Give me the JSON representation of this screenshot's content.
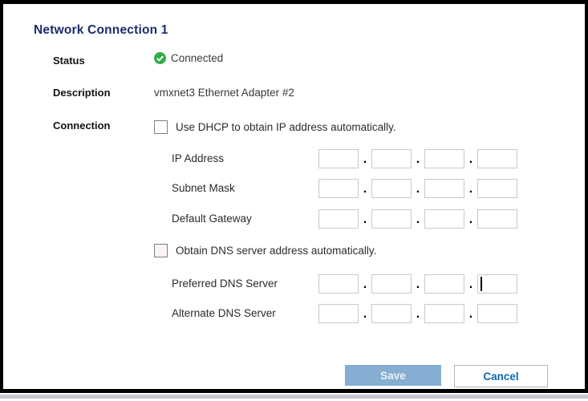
{
  "title": "Network Connection 1",
  "info": {
    "status": {
      "label": "Status",
      "value": "Connected",
      "icon": "check-circle-icon"
    },
    "description": {
      "label": "Description",
      "value": "vmxnet3 Ethernet Adapter #2"
    },
    "connection": {
      "label": "Connection"
    }
  },
  "dhcp_checkbox": {
    "label": "Use DHCP to obtain IP address automatically.",
    "checked": false
  },
  "dns_checkbox": {
    "label": "Obtain DNS server address automatically.",
    "checked": false
  },
  "octet_separator": ".",
  "ip_rows": [
    {
      "label": "IP Address",
      "octets": [
        "",
        "",
        "",
        ""
      ]
    },
    {
      "label": "Subnet Mask",
      "octets": [
        "",
        "",
        "",
        ""
      ]
    },
    {
      "label": "Default Gateway",
      "octets": [
        "",
        "",
        "",
        ""
      ]
    }
  ],
  "dns_rows": [
    {
      "label": "Preferred DNS Server",
      "octets": [
        "",
        "",
        "",
        ""
      ],
      "focused_octet": 3
    },
    {
      "label": "Alternate DNS Server",
      "octets": [
        "",
        "",
        "",
        ""
      ]
    }
  ],
  "buttons": {
    "save": {
      "label": "Save",
      "enabled": false
    },
    "cancel": {
      "label": "Cancel"
    }
  },
  "colors": {
    "title_navy": "#1a2b6d",
    "connected_green": "#2fad4a",
    "save_button_bg": "#85aed2",
    "cancel_text_blue": "#0f67ad",
    "input_border": "#c9c9c9",
    "frame_border": "#000000",
    "bottom_strip": "#c5c5cd"
  }
}
